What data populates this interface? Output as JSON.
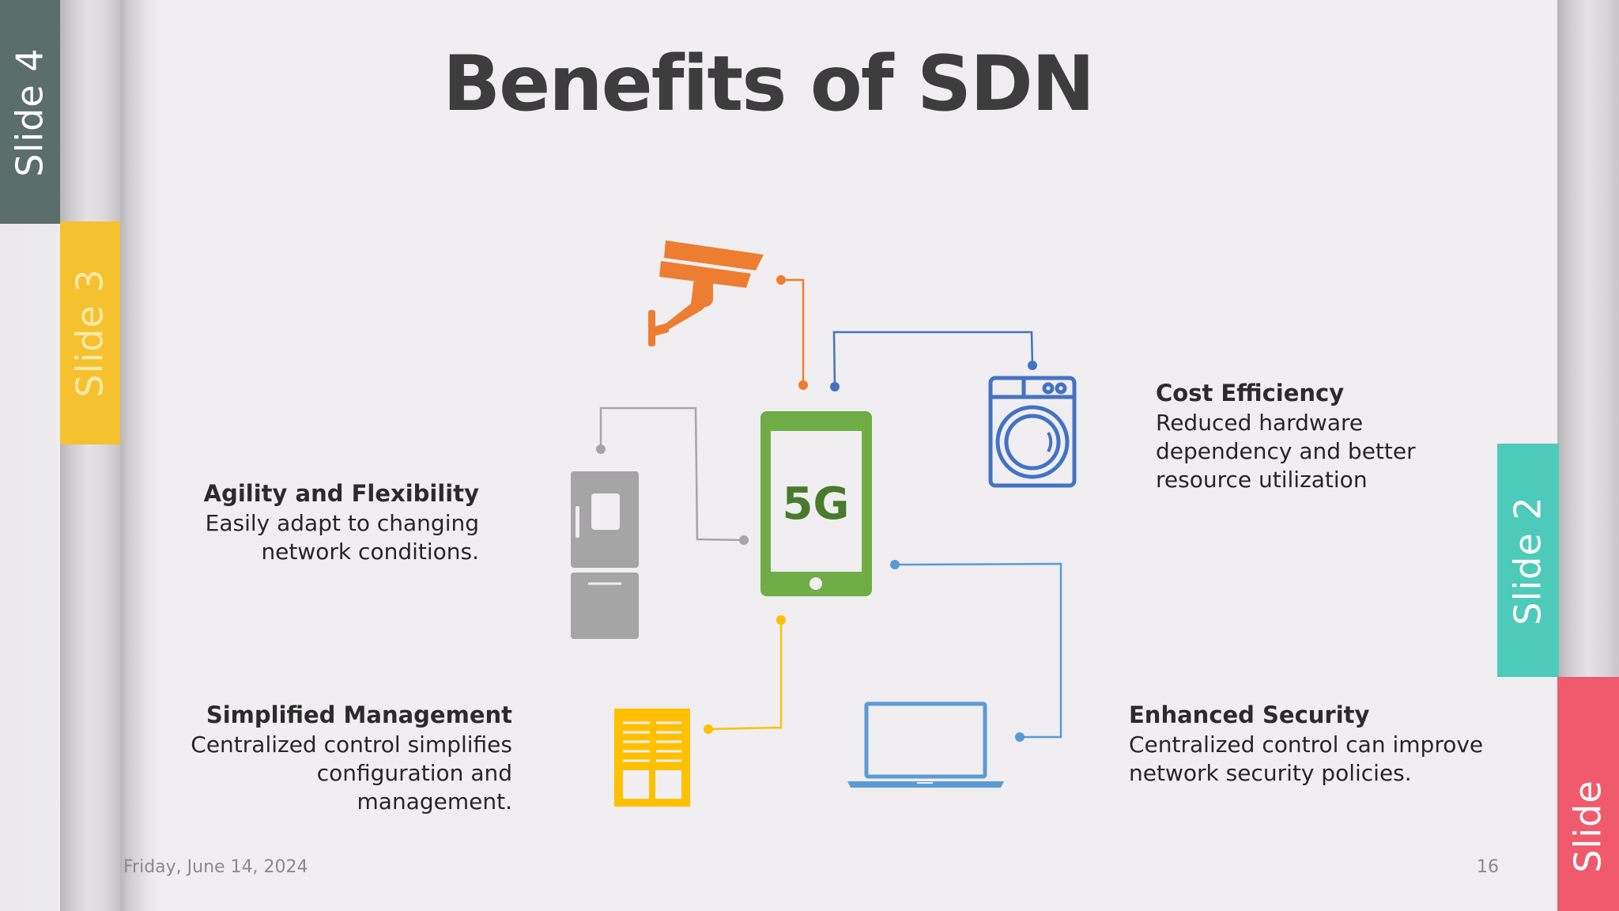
{
  "slide": {
    "title": "Benefits of SDN",
    "footer_date": "Friday, June 14, 2024",
    "page_number": "16"
  },
  "tabs": [
    {
      "label": "Slide 4",
      "color": "#5c6e69"
    },
    {
      "label": "Slide 3",
      "color": "#f5c12e"
    },
    {
      "label": "Slide 2",
      "color": "#4ecaba"
    },
    {
      "label": "Slide",
      "color": "#ef5b6d"
    }
  ],
  "benefits": {
    "agility": {
      "heading": "Agility and Flexibility",
      "description": "Easily adapt to changing network conditions."
    },
    "management": {
      "heading": "Simplified Management",
      "description": "Centralized control simplifies configuration and management."
    },
    "cost": {
      "heading": "Cost Efficiency",
      "description": "Reduced hardware dependency and better resource utilization"
    },
    "security": {
      "heading": "Enhanced Security",
      "description": "Centralized control can improve network security policies."
    }
  },
  "diagram": {
    "phone_label": "5G",
    "icons": [
      "security-camera-icon",
      "washing-machine-icon",
      "refrigerator-icon",
      "smartphone-5g-icon",
      "laptop-icon",
      "document-icon"
    ],
    "colors": {
      "camera": "#ed7d31",
      "washer": "#4472c4",
      "fridge": "#a5a5a5",
      "phone": "#70ad47",
      "phone_label": "#4a7a2c",
      "laptop": "#5b9bd5",
      "document": "#ffc000"
    }
  }
}
